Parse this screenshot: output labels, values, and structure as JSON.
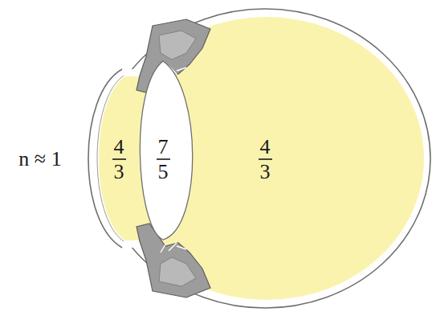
{
  "diagram": {
    "labels": [
      "n ≈ 1",
      "4",
      "3",
      "7",
      "5",
      "4",
      "3"
    ]
  }
}
